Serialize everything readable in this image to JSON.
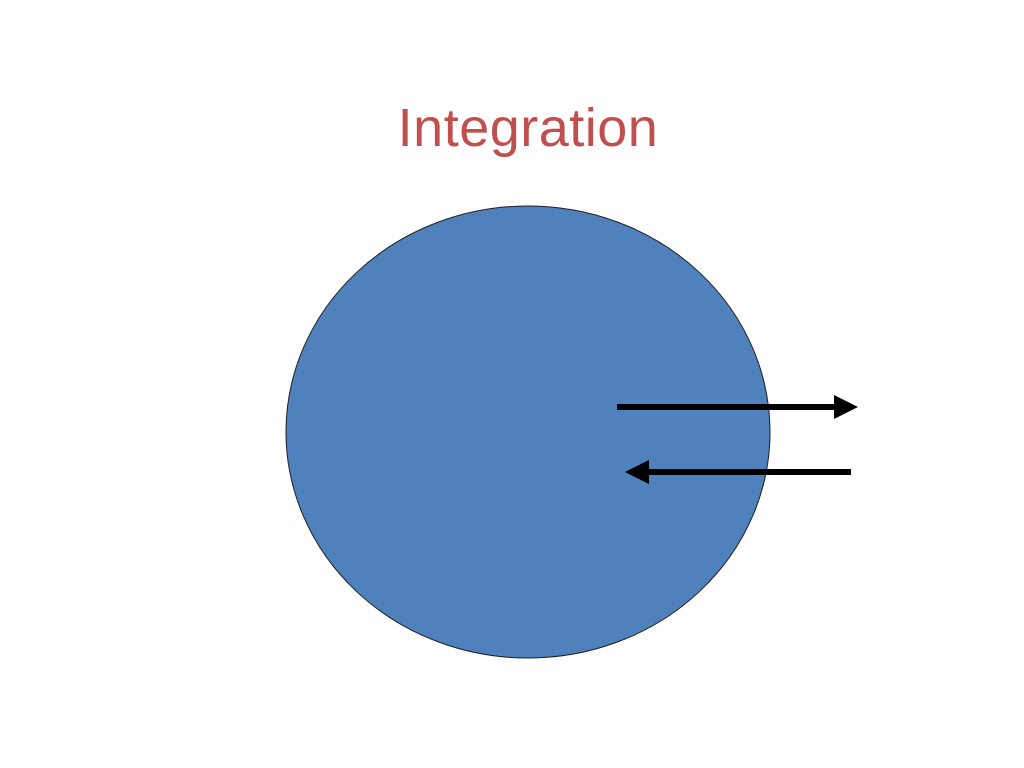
{
  "slide": {
    "title": "Integration"
  },
  "colors": {
    "title": "#C0504D",
    "circle_fill": "#4F81BD",
    "circle_stroke": "#1F1F1F",
    "arrow": "#000000",
    "background": "#FFFFFF"
  },
  "diagram": {
    "shapes": [
      {
        "kind": "circle",
        "name": "blue-circle"
      },
      {
        "kind": "arrow",
        "direction": "right",
        "name": "outgoing-arrow"
      },
      {
        "kind": "arrow",
        "direction": "left",
        "name": "incoming-arrow"
      }
    ]
  }
}
